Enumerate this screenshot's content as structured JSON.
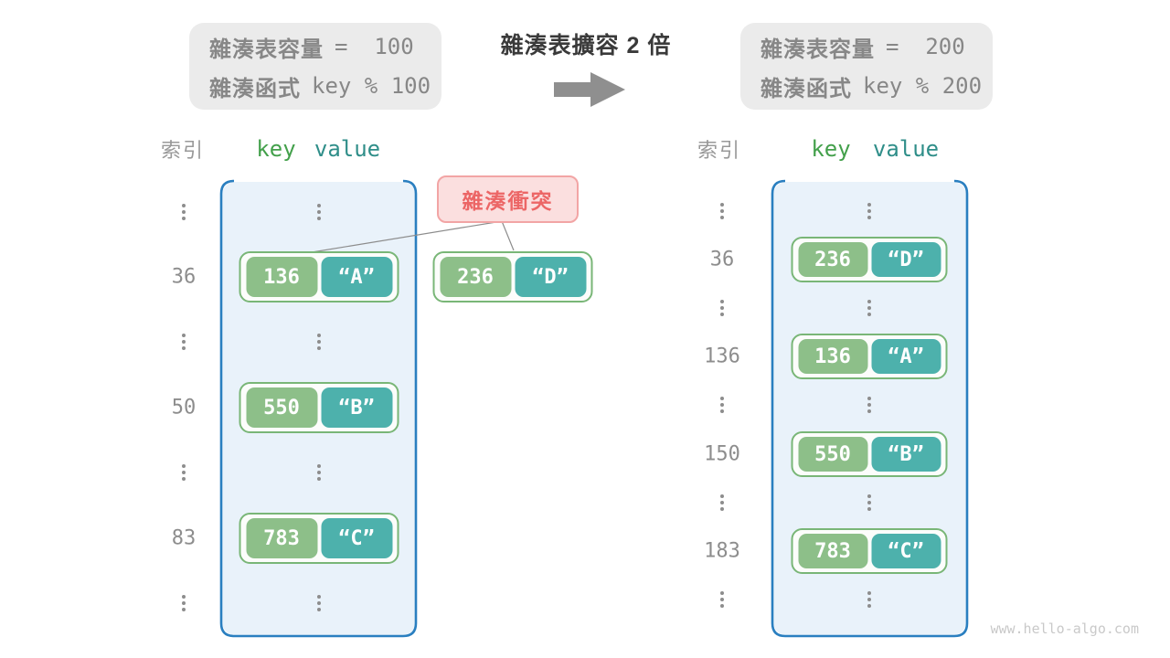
{
  "top": {
    "before_box": {
      "line1_label": "雜湊表容量",
      "line1_value": "=  100",
      "line2_label": "雜湊函式",
      "line2_value": "key % 100"
    },
    "title": "雜湊表擴容 2 倍",
    "after_box": {
      "line1_label": "雜湊表容量",
      "line1_value": "=  200",
      "line2_label": "雜湊函式",
      "line2_value": "key % 200"
    }
  },
  "headers": {
    "index": "索引",
    "key": "key",
    "value": "value"
  },
  "left_table": {
    "rows": [
      {
        "dots": true
      },
      {
        "index": "36",
        "key": "136",
        "value": "“A”"
      },
      {
        "dots": true
      },
      {
        "index": "50",
        "key": "550",
        "value": "“B”"
      },
      {
        "dots": true
      },
      {
        "index": "83",
        "key": "783",
        "value": "“C”"
      },
      {
        "dots": true
      }
    ]
  },
  "right_table": {
    "rows": [
      {
        "dots": true
      },
      {
        "index": "36",
        "key": "236",
        "value": "“D”"
      },
      {
        "dots": true
      },
      {
        "index": "136",
        "key": "136",
        "value": "“A”"
      },
      {
        "dots": true
      },
      {
        "index": "150",
        "key": "550",
        "value": "“B”"
      },
      {
        "dots": true
      },
      {
        "index": "183",
        "key": "783",
        "value": "“C”"
      },
      {
        "dots": true
      }
    ]
  },
  "collision": {
    "label": "雜湊衝突",
    "pair": {
      "key": "236",
      "value": "“D”"
    }
  },
  "watermark": "www.hello-algo.com",
  "colors": {
    "table_border": "#2a7fc0",
    "table_bg": "#e9f2fa",
    "key_green": "#8dbf89",
    "value_teal": "#4db1ac",
    "pair_border": "#79b677",
    "header_key": "#43a04b",
    "header_value": "#2f8e89",
    "gray_text": "#8d8d8d",
    "box_bg": "#ebebeb",
    "collision_bg": "#fbdfdf",
    "collision_border": "#f2a5a5",
    "collision_text": "#ec6666",
    "arrow_gray": "#8f8f8f",
    "title_text": "#3a3a3a",
    "watermark": "#c9c9c9"
  }
}
